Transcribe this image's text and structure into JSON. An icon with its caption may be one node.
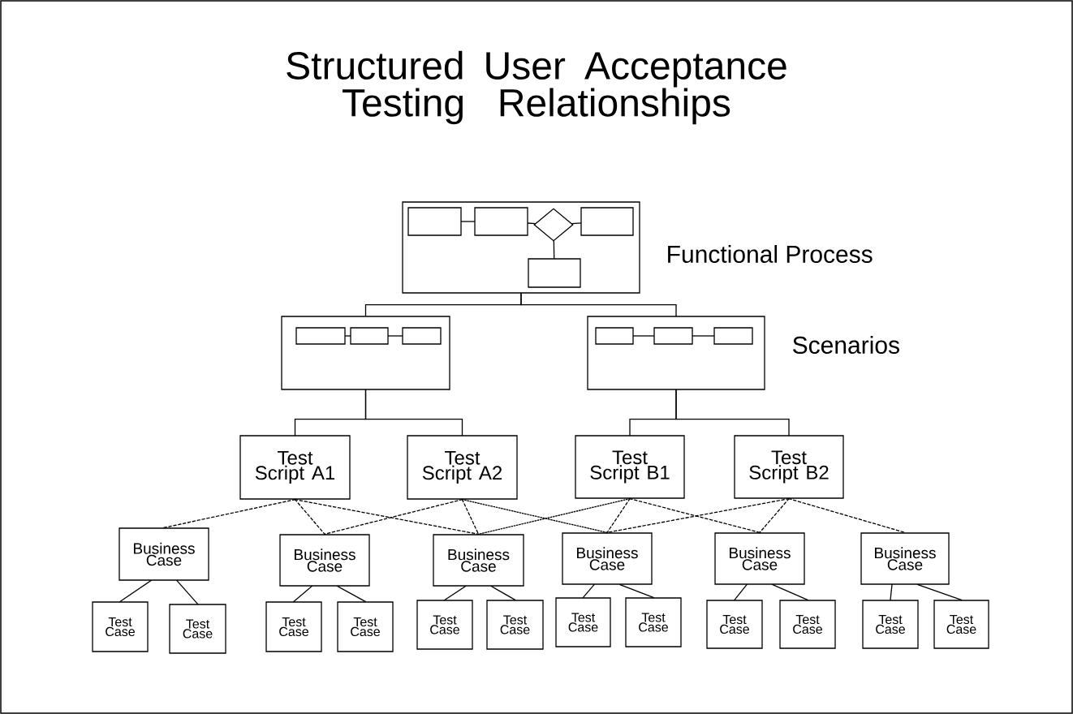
{
  "diagram": {
    "title": "Structured User Acceptance Testing Relationships",
    "nodes": [
      {
        "text": [],
        "shape": "box",
        "beside": [
          "Functional Process"
        ]
      },
      {
        "text": [],
        "shape": "box",
        "in": 0
      },
      {
        "text": [],
        "shape": "box",
        "in": 0
      },
      {
        "text": [],
        "shape": "diamond",
        "in": 0
      },
      {
        "text": [],
        "shape": "box",
        "in": 0
      },
      {
        "text": [],
        "shape": "box",
        "in": 0
      },
      {
        "text": [],
        "shape": "box"
      },
      {
        "text": [],
        "shape": "box",
        "in": 6
      },
      {
        "text": [],
        "shape": "box",
        "in": 6
      },
      {
        "text": [],
        "shape": "box",
        "in": 6
      },
      {
        "text": [],
        "shape": "box",
        "beside": [
          "Scenarios"
        ]
      },
      {
        "text": [],
        "shape": "box",
        "in": 10
      },
      {
        "text": [],
        "shape": "box",
        "in": 10
      },
      {
        "text": [],
        "shape": "box",
        "in": 10
      },
      {
        "text": [
          "Test Script A1"
        ]
      },
      {
        "text": [
          "Test Script A2"
        ]
      },
      {
        "text": [
          "Test Script B1"
        ]
      },
      {
        "text": [
          "Test Script B2"
        ]
      },
      {
        "text": [
          "Business Case"
        ]
      },
      {
        "text": [
          "Business Case"
        ]
      },
      {
        "text": [
          "Business Case"
        ]
      },
      {
        "text": [
          "Business Case"
        ]
      },
      {
        "text": [
          "Business Case"
        ]
      },
      {
        "text": [
          "Business Case"
        ]
      },
      {
        "text": [
          "Test Case"
        ]
      },
      {
        "text": [
          "Test Case"
        ]
      },
      {
        "text": [
          "Test Case"
        ]
      },
      {
        "text": [
          "Test Case"
        ]
      },
      {
        "text": [
          "Test Case"
        ]
      },
      {
        "text": [
          "Test Case"
        ]
      },
      {
        "text": [
          "Test Case"
        ]
      },
      {
        "text": [
          "Test Case"
        ]
      },
      {
        "text": [
          "Test Case"
        ]
      },
      {
        "text": [
          "Test Case"
        ]
      },
      {
        "text": [
          "Test Case"
        ]
      },
      {
        "text": [
          "Test Case"
        ]
      }
    ],
    "edges": [
      {
        "from": 1,
        "to": 2,
        "arrow": "none"
      },
      {
        "from": 2,
        "to": 3,
        "arrow": "none"
      },
      {
        "from": 3,
        "to": 4,
        "arrow": "none"
      },
      {
        "from": 3,
        "to": 5,
        "arrow": "none"
      },
      {
        "from": 7,
        "to": 8,
        "arrow": "none"
      },
      {
        "from": 8,
        "to": 9,
        "arrow": "none"
      },
      {
        "from": 11,
        "to": 12,
        "arrow": "none"
      },
      {
        "from": 12,
        "to": 13,
        "arrow": "none"
      },
      {
        "from": 0,
        "to": 6,
        "arrow": "none"
      },
      {
        "from": 0,
        "to": 10,
        "arrow": "none"
      },
      {
        "from": 6,
        "to": 14,
        "arrow": "none"
      },
      {
        "from": 6,
        "to": 15,
        "arrow": "none"
      },
      {
        "from": 10,
        "to": 16,
        "arrow": "none"
      },
      {
        "from": 10,
        "to": 17,
        "arrow": "none"
      },
      {
        "from": 14,
        "to": 18,
        "arrow": "none",
        "style": "dashed"
      },
      {
        "from": 14,
        "to": 19,
        "arrow": "none",
        "style": "dashed"
      },
      {
        "from": 14,
        "to": 20,
        "arrow": "none",
        "style": "dashed"
      },
      {
        "from": 15,
        "to": 19,
        "arrow": "none",
        "style": "dashed"
      },
      {
        "from": 15,
        "to": 20,
        "arrow": "none",
        "style": "dashed"
      },
      {
        "from": 15,
        "to": 21,
        "arrow": "none",
        "style": "dashed"
      },
      {
        "from": 16,
        "to": 20,
        "arrow": "none",
        "style": "dashed"
      },
      {
        "from": 16,
        "to": 21,
        "arrow": "none",
        "style": "dashed"
      },
      {
        "from": 16,
        "to": 22,
        "arrow": "none",
        "style": "dashed"
      },
      {
        "from": 17,
        "to": 21,
        "arrow": "none",
        "style": "dashed"
      },
      {
        "from": 17,
        "to": 22,
        "arrow": "none",
        "style": "dashed"
      },
      {
        "from": 17,
        "to": 23,
        "arrow": "none",
        "style": "dashed"
      },
      {
        "from": 18,
        "to": 24,
        "arrow": "none"
      },
      {
        "from": 18,
        "to": 25,
        "arrow": "none"
      },
      {
        "from": 19,
        "to": 26,
        "arrow": "none"
      },
      {
        "from": 19,
        "to": 27,
        "arrow": "none"
      },
      {
        "from": 20,
        "to": 28,
        "arrow": "none"
      },
      {
        "from": 20,
        "to": 29,
        "arrow": "none"
      },
      {
        "from": 21,
        "to": 30,
        "arrow": "none"
      },
      {
        "from": 21,
        "to": 31,
        "arrow": "none"
      },
      {
        "from": 22,
        "to": 32,
        "arrow": "none"
      },
      {
        "from": 22,
        "to": 33,
        "arrow": "none"
      },
      {
        "from": 23,
        "to": 34,
        "arrow": "none"
      },
      {
        "from": 23,
        "to": 35,
        "arrow": "none"
      }
    ]
  }
}
